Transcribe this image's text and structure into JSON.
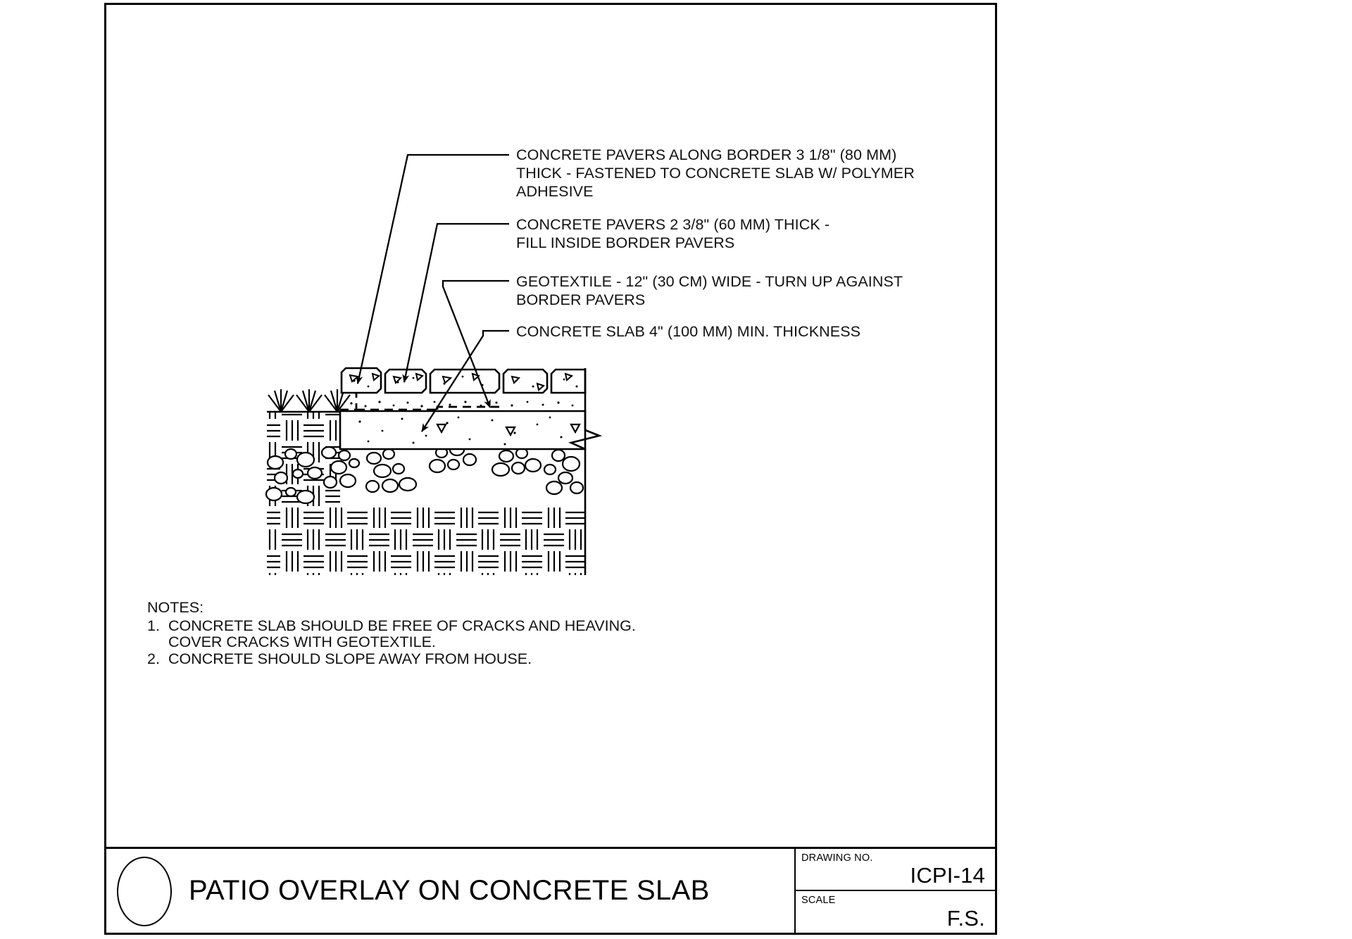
{
  "sheet": {
    "callouts": [
      {
        "id": "border-pavers",
        "text": "CONCRETE PAVERS ALONG BORDER 3 1/8\" (80 MM)\nTHICK - FASTENED TO CONCRETE SLAB W/ POLYMER\nADHESIVE"
      },
      {
        "id": "field-pavers",
        "text": "CONCRETE PAVERS 2 3/8\" (60 MM) THICK -\nFILL INSIDE BORDER PAVERS"
      },
      {
        "id": "geotextile",
        "text": "GEOTEXTILE - 12\" (30 CM) WIDE - TURN UP AGAINST\nBORDER PAVERS"
      },
      {
        "id": "concrete-slab",
        "text": "CONCRETE SLAB 4\" (100 MM) MIN. THICKNESS"
      }
    ],
    "notes": {
      "title": "NOTES:",
      "items": [
        {
          "number": "1.",
          "lines": [
            "CONCRETE SLAB SHOULD BE FREE OF CRACKS AND HEAVING.",
            "COVER CRACKS WITH GEOTEXTILE."
          ]
        },
        {
          "number": "2.",
          "lines": [
            "CONCRETE SHOULD SLOPE AWAY FROM HOUSE."
          ]
        }
      ]
    },
    "title_block": {
      "title": "PATIO OVERLAY ON CONCRETE SLAB",
      "drawing_no_label": "DRAWING NO.",
      "drawing_no_value": "ICPI-14",
      "scale_label": "SCALE",
      "scale_value": "F.S."
    },
    "colors": {
      "line": "#000000",
      "paper": "#ffffff"
    }
  }
}
